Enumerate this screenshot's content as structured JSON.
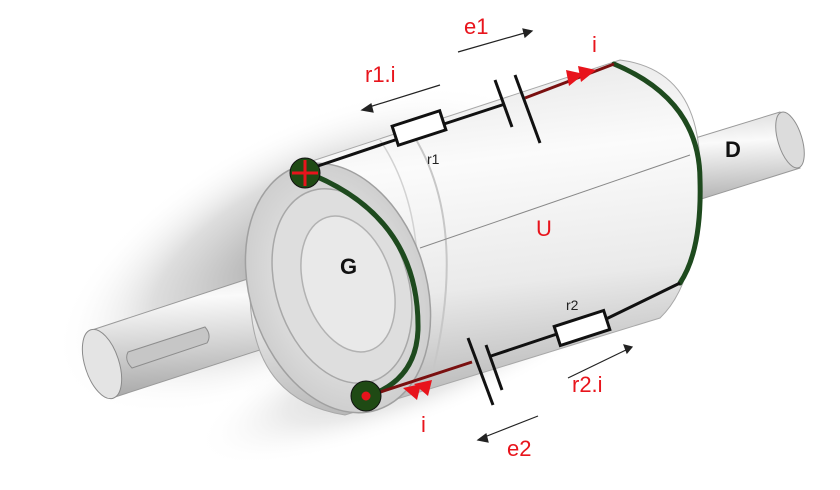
{
  "labels": {
    "e1": "e1",
    "e2": "e2",
    "r1i": "r1.i",
    "r2i": "r2.i",
    "i_top": "i",
    "i_bottom": "i",
    "r1": "r1",
    "r2": "r2",
    "U": "U",
    "G": "G",
    "D": "D"
  },
  "colors": {
    "label_red": "#e8141c",
    "winding_green": "#1e4a1e",
    "terminal_green": "#1f4a14",
    "terminal_red": "#e8141c",
    "wire": "#111111"
  }
}
